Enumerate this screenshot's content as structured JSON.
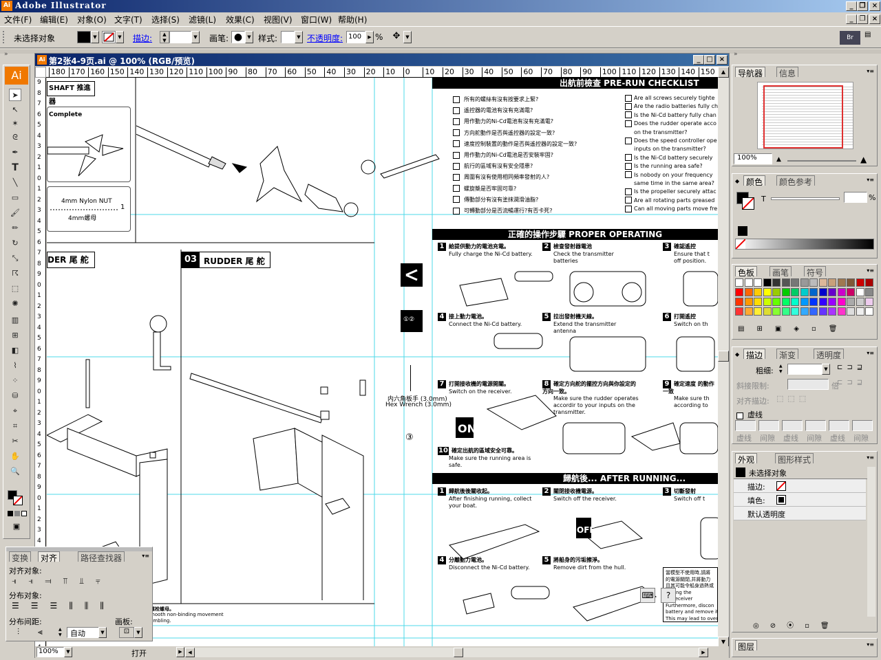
{
  "window": {
    "app_title": "Adobe Illustrator",
    "logo": "Ai"
  },
  "menu": [
    "文件(F)",
    "编辑(E)",
    "对象(O)",
    "文字(T)",
    "选择(S)",
    "滤镜(L)",
    "效果(C)",
    "视图(V)",
    "窗口(W)",
    "帮助(H)"
  ],
  "control": {
    "selection_label": "未选择对象",
    "stroke_label": "描边:",
    "brush_label": "画笔:",
    "style_label": "样式:",
    "opacity_label": "不透明度:",
    "opacity_value": "100",
    "percent": "%",
    "bridge_label": "Br"
  },
  "document": {
    "title": "第2张4-9页.ai @ 100% (RGB/预览)",
    "zoom": "100%",
    "status": "打开",
    "h_ruler": [
      "180",
      "170",
      "160",
      "150",
      "140",
      "130",
      "120",
      "110",
      "100",
      "90",
      "80",
      "70",
      "60",
      "50",
      "40",
      "30",
      "20",
      "10",
      "0",
      "10",
      "20",
      "30",
      "40",
      "50",
      "60",
      "70",
      "80",
      "90",
      "100",
      "110",
      "120",
      "130",
      "140",
      "150"
    ],
    "v_ruler": [
      "9",
      "8",
      "7",
      "6",
      "5",
      "4",
      "3",
      "2",
      "1",
      "0",
      "1",
      "2",
      "3",
      "4",
      "5",
      "6",
      "7",
      "8",
      "9",
      "0",
      "1",
      "2",
      "3",
      "4",
      "5",
      "6",
      "7",
      "8",
      "9",
      "0",
      "1",
      "2",
      "3",
      "4",
      "5",
      "6",
      "7",
      "8",
      "9",
      "0",
      "1",
      "2",
      "3",
      "4",
      "5",
      "6",
      "7",
      "8",
      "9",
      "0",
      "1",
      "2",
      "3",
      "4"
    ]
  },
  "artwork": {
    "shaft_label": "SHAFT 推進器",
    "complete_label": "Complete",
    "nut_en": "4mm Nylon NUT",
    "nut_zh": "4mm螺母",
    "nut_qty": "1",
    "rudder_left": "DER  尾 舵",
    "rudder_num": "03",
    "rudder_label": "RUDDER   尾 舵",
    "wrench_zh": "内六角板手 (3.0mm)",
    "wrench_en": "Hex Wrench (3.0mm)",
    "circle3": "③",
    "footer_1": "螺栓螺母。",
    "footer_2": "mooth non-binding movement",
    "footer_3": "embling.",
    "prerun_title": "出航前檢查  PRE-RUN CHECKLIST",
    "checklist_zh": [
      "所有的螺絲有沒有按要求上緊?",
      "遙控器的電池有沒有充滿電?",
      "用作動力的Ni-Cd電池有沒有充滿電?",
      "方向舵動作是否與遙控器的設定一致?",
      "速度控制裝置的動作是否與遙控器的設定一致?",
      "用作動力的Ni-Cd電池是否安裝牢固?",
      "航行的區域有沒有安全隱患?",
      "周圍有沒有使用相同頻率發射的人?",
      "螺旋槳是否牢固可靠?",
      "傳動部分有沒有塗抹潤滑油脂?",
      "可轉動部分是否流暢運行?有否卡死?"
    ],
    "checklist_en": [
      "Are all screws securely tighte",
      "Are the radio batteries fully ch",
      "Is the Ni-Cd battery fully chan",
      "Does the rudder operate acco",
      "on the transmitter?",
      "Does the speed controller ope",
      "inputs on the transmitter?",
      "Is the Ni-Cd battery securely",
      "Is the running area safe?",
      "Is nobody on your frequency",
      "same time in the same area?",
      "Is the propeller securely attac",
      "Are all rotating parts greased",
      "Can all moving parts move fre"
    ],
    "proc_title": "正確的操作步驟  PROPER OPERATING PROCEDURES",
    "steps": [
      {
        "n": "1",
        "zh": "給提供動力的電池充電。",
        "en": "Fully charge the Ni-Cd battery."
      },
      {
        "n": "2",
        "zh": "檢查發射器電池",
        "en": "Check the transmitter batteries"
      },
      {
        "n": "3",
        "zh": "確認遙控",
        "en": "Ensure that t off position."
      },
      {
        "n": "4",
        "zh": "接上動力電池。",
        "en": "Connect the Ni-Cd battery."
      },
      {
        "n": "5",
        "zh": "拉出發射機天線。",
        "en": "Extend the transmitter antenna"
      },
      {
        "n": "6",
        "zh": "打開遙控",
        "en": "Switch on th"
      },
      {
        "n": "7",
        "zh": "打開接收機的電源開關。",
        "en": "Switch on the receiver."
      },
      {
        "n": "8",
        "zh": "確定方向舵的擺控方向與你設定的方向一致。",
        "en": "Make sure the rudder operates accordir to your inputs on the transmitter."
      },
      {
        "n": "9",
        "zh": "確定速度 的動作一致",
        "en": "Make sure th according to"
      },
      {
        "n": "10",
        "zh": "確定出航的區域安全可靠。",
        "en": "Make sure the running area is safe."
      }
    ],
    "on_label": "ON",
    "off_label": "OFF",
    "after_title": "歸航後...        AFTER RUNNING...",
    "after_steps": [
      {
        "n": "1",
        "zh": "歸航後後關收起。",
        "en": "After finishing running, collect your boat."
      },
      {
        "n": "2",
        "zh": "關閉接收機電源。",
        "en": "Switch off the receiver."
      },
      {
        "n": "3",
        "zh": "切斷發射",
        "en": "Switch off t"
      },
      {
        "n": "4",
        "zh": "分離動力電池。",
        "en": "Disconnect the Ni-Cd battery."
      },
      {
        "n": "5",
        "zh": "將船身的污垢擦淨。",
        "en": "Remove dirt from the hull."
      }
    ],
    "note_lines": [
      "當模型不使用時,請將",
      "的電源關閉,并將動力",
      "且其可能令船身過熱或",
      "t using the",
      "ne receiver",
      "Furthermore, discon",
      "battery and remove it f",
      "This may lead to over"
    ]
  },
  "align_panel": {
    "tabs": [
      "变换",
      "对齐",
      "路径查找器"
    ],
    "align_objects": "对齐对象:",
    "distribute_objects": "分布对象:",
    "distribute_spacing": "分布间距:",
    "artboard": "画板:",
    "auto": "自动"
  },
  "navigator": {
    "tabs": [
      "导航器",
      "信息"
    ],
    "zoom": "100%"
  },
  "color": {
    "tabs": [
      "颜色",
      "颜色参考"
    ],
    "t_label": "T",
    "percent": "%"
  },
  "swatches": {
    "tabs": [
      "色板",
      "画笔",
      "符号"
    ]
  },
  "stroke": {
    "tabs": [
      "描边",
      "渐变",
      "透明度"
    ],
    "weight": "粗细:",
    "miter": "斜接限制:",
    "miter_unit": "倍",
    "align": "对齐描边:",
    "dashed": "虚线",
    "dash_labels": [
      "虚线",
      "间隙",
      "虚线",
      "间隙",
      "虚线",
      "间隙"
    ]
  },
  "appearance": {
    "tabs": [
      "外观",
      "图形样式"
    ],
    "none_selected": "未选择对象",
    "stroke": "描边:",
    "fill": "填色:",
    "opacity": "默认透明度"
  },
  "layers": {
    "tabs": [
      "图层"
    ]
  },
  "colors": {
    "title_dark": "#0a246a",
    "title_light": "#a6caf0",
    "guide": "#4cd8e8",
    "link_blue": "#0000ff",
    "accent_orange": "#f07800"
  }
}
